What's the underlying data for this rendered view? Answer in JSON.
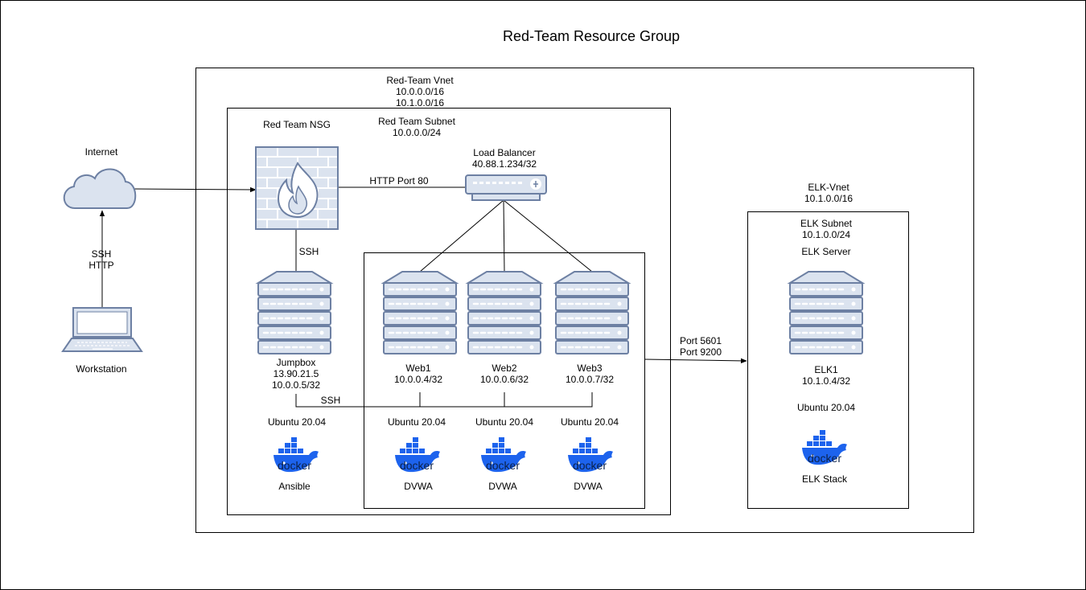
{
  "diagram": {
    "title": "Red-Team Resource Group",
    "vnet": {
      "name": "Red-Team Vnet",
      "cidr1": "10.0.0.0/16",
      "cidr2": "10.1.0.0/16"
    },
    "subnet": {
      "name": "Red Team Subnet",
      "cidr": "10.0.0.0/24"
    },
    "nsg": {
      "name": "Red Team NSG"
    },
    "internet": {
      "name": "Internet"
    },
    "workstation": {
      "name": "Workstation",
      "link_line1": "SSH",
      "link_line2": "HTTP"
    },
    "load_balancer": {
      "name": "Load Balancer",
      "ip": "40.88.1.234/32",
      "link_label": "HTTP Port 80"
    },
    "jumpbox": {
      "name": "Jumpbox",
      "ip_public": "13.90.21.5",
      "ip_private": "10.0.0.5/32",
      "os": "Ubuntu 20.04",
      "container_app": "Ansible",
      "nsg_link_label": "SSH",
      "web_link_label": "SSH"
    },
    "web1": {
      "name": "Web1",
      "ip": "10.0.0.4/32",
      "os": "Ubuntu 20.04",
      "container_app": "DVWA"
    },
    "web2": {
      "name": "Web2",
      "ip": "10.0.0.6/32",
      "os": "Ubuntu 20.04",
      "container_app": "DVWA"
    },
    "web3": {
      "name": "Web3",
      "ip": "10.0.0.7/32",
      "os": "Ubuntu 20.04",
      "container_app": "DVWA"
    },
    "elk_vnet": {
      "name": "ELK-Vnet",
      "cidr": "10.1.0.0/16"
    },
    "elk_subnet": {
      "name": "ELK Subnet",
      "cidr": "10.1.0.0/24",
      "server_label": "ELK Server"
    },
    "elk1": {
      "name": "ELK1",
      "ip": "10.1.0.4/32",
      "os": "Ubuntu 20.04",
      "container_app": "ELK Stack"
    },
    "elk_link": {
      "line1": "Port 5601",
      "line2": "Port 9200"
    },
    "docker_text": "docker"
  },
  "colors": {
    "icon_fill": "#dbe3ef",
    "icon_stroke": "#6d80a3",
    "docker_blue": "#1d63ed",
    "flame_fill": "#ffffff"
  }
}
